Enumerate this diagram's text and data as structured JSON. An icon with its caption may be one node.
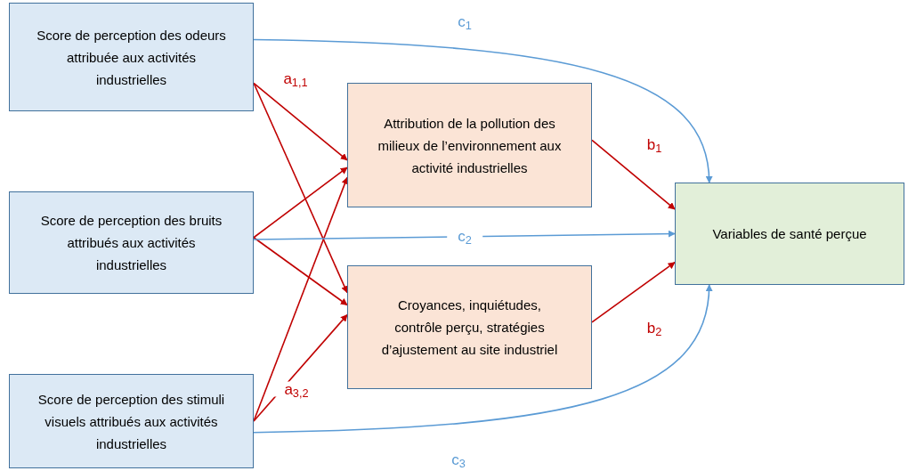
{
  "diagram": {
    "nodes": [
      {
        "text": [
          "Score de perception des odeurs attribuée aux activités industrielles"
        ]
      },
      {
        "text": [
          "Score de perception des bruits attribués aux activités industrielles"
        ]
      },
      {
        "text": [
          "Score de perception des stimuli visuels attribués aux activités industrielles"
        ]
      },
      {
        "text": [
          "Attribution de la pollution des milieux de l’environnement aux activité industrielles"
        ]
      },
      {
        "text": [
          "Croyances, inquiétudes, contrôle perçu, stratégies d’ajustement au site industriel"
        ]
      },
      {
        "text": [
          "Variables de santé perçue"
        ]
      }
    ],
    "edges": [
      {
        "from": 0,
        "to": 3,
        "arrow": "to",
        "label": "a$_{1,1}$"
      },
      {
        "from": 0,
        "to": 4,
        "arrow": "to"
      },
      {
        "from": 1,
        "to": 3,
        "arrow": "to"
      },
      {
        "from": 1,
        "to": 4,
        "arrow": "to"
      },
      {
        "from": 2,
        "to": 3,
        "arrow": "to"
      },
      {
        "from": 2,
        "to": 4,
        "arrow": "to",
        "label": "a$_{3,2}$"
      },
      {
        "from": 3,
        "to": 5,
        "arrow": "to",
        "label": "b$_{1}$"
      },
      {
        "from": 4,
        "to": 5,
        "arrow": "to",
        "label": "b$_{2}$"
      },
      {
        "from": 0,
        "to": 5,
        "arrow": "to",
        "label": "c$_{1}$",
        "color": "#5b9bd5"
      },
      {
        "from": 1,
        "to": 5,
        "arrow": "to",
        "label": "c$_{2}$",
        "color": "#5b9bd5"
      },
      {
        "from": 2,
        "to": 5,
        "arrow": "to",
        "label": "c$_{3}$",
        "color": "#5b9bd5"
      }
    ]
  }
}
